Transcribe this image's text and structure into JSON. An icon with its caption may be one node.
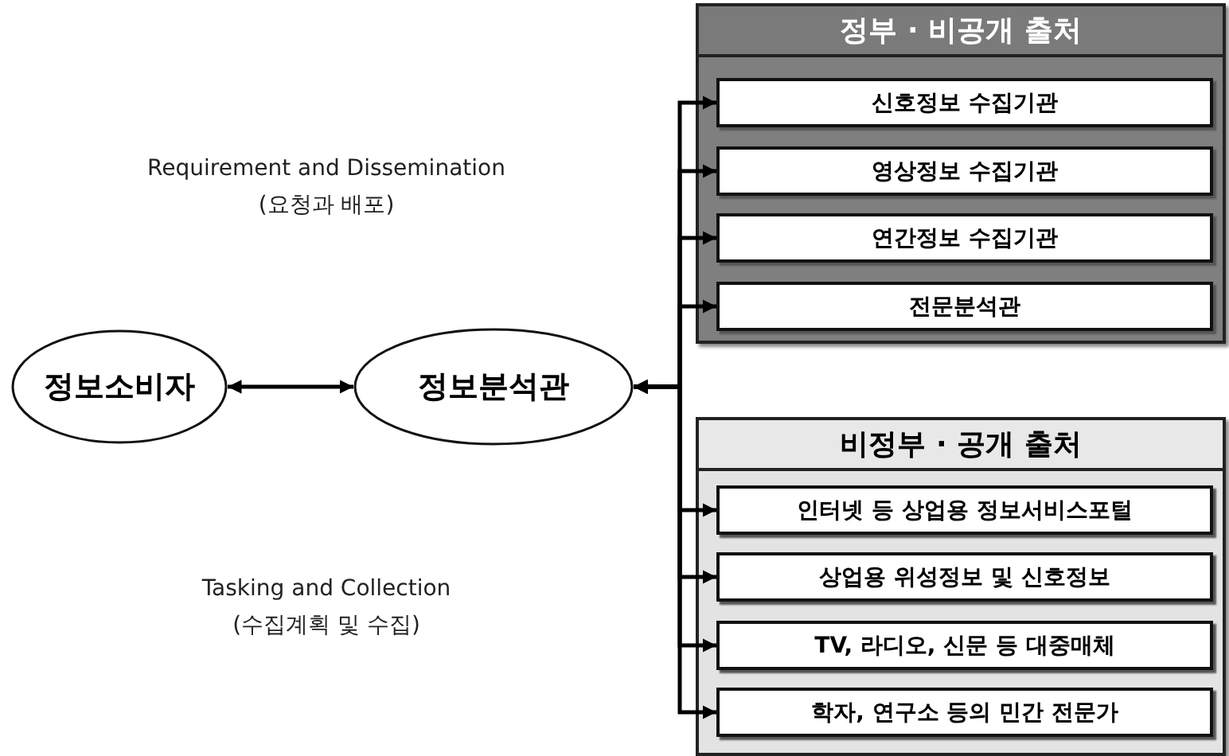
{
  "diagram": {
    "nodes": [
      {
        "text": [
          "정보소비자"
        ]
      },
      {
        "text": [
          "정보분석관"
        ]
      },
      {
        "text": [
          "정부 · 비공개 출처"
        ]
      },
      {
        "text": [
          "신호정보 수집기관"
        ],
        "in": 2
      },
      {
        "text": [
          "영상정보 수집기관"
        ],
        "in": 2
      },
      {
        "text": [
          "연간정보 수집기관"
        ],
        "in": 2
      },
      {
        "text": [
          "전문분석관"
        ],
        "in": 2
      },
      {
        "text": [
          "비정부 · 공개 출처"
        ]
      },
      {
        "text": [
          "인터넷 등 상업용 정보서비스포털"
        ],
        "in": 7
      },
      {
        "text": [
          "상업용 위성정보 및 신호정보"
        ],
        "in": 7
      },
      {
        "text": [
          "TV, 라디오, 신문 등 대중매체"
        ],
        "in": 7
      },
      {
        "text": [
          "학자, 연구소 등의 민간 전문가"
        ],
        "in": 7
      }
    ],
    "edges": [
      {
        "from": 0,
        "to": 1,
        "arrow": "both"
      },
      {
        "from": 1,
        "to": 3,
        "arrow": "both"
      },
      {
        "from": 1,
        "to": 4,
        "arrow": "both"
      },
      {
        "from": 1,
        "to": 5,
        "arrow": "both"
      },
      {
        "from": 1,
        "to": 6,
        "arrow": "both"
      },
      {
        "from": 1,
        "to": 8,
        "arrow": "both"
      },
      {
        "from": 1,
        "to": 9,
        "arrow": "both"
      },
      {
        "from": 1,
        "to": 10,
        "arrow": "both"
      },
      {
        "from": 1,
        "to": 11,
        "arrow": "both"
      }
    ],
    "labels": [
      "Requirement and Dissemination",
      "(요청과 배포)",
      "Tasking and Collection",
      "(수집계획 및 수집)"
    ]
  }
}
